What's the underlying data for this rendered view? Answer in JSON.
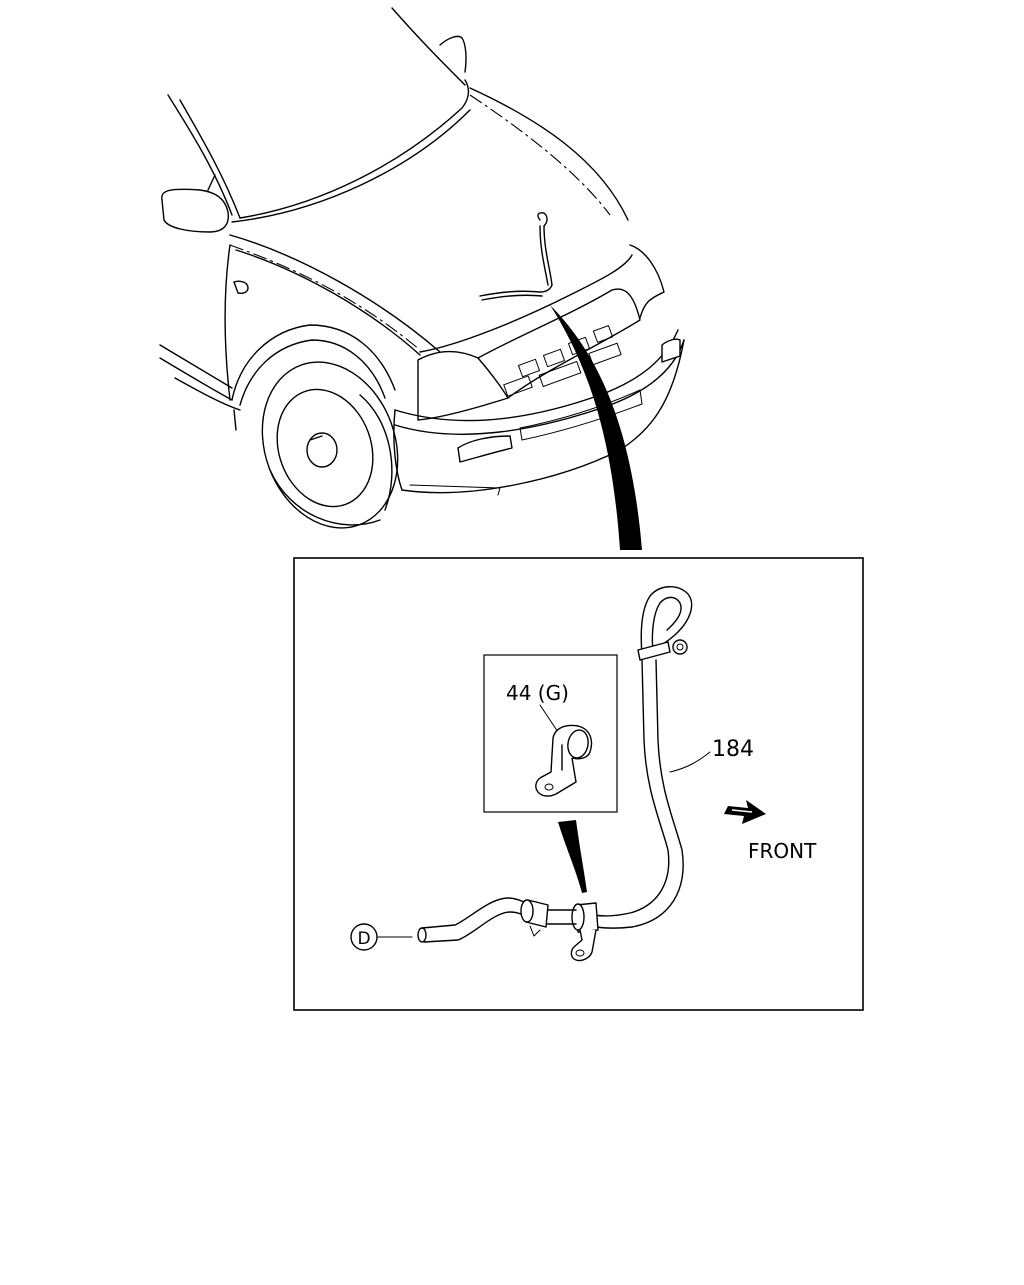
{
  "diagram": {
    "callouts": {
      "clamp_part": "44 (G)",
      "hose_part": "184",
      "direction": "FRONT",
      "connection": "D"
    },
    "colors": {
      "line": "#000000",
      "background": "#ffffff"
    },
    "icons": [
      "front-arrow-icon",
      "connector-d-icon",
      "pointer-wedge-icon"
    ]
  }
}
